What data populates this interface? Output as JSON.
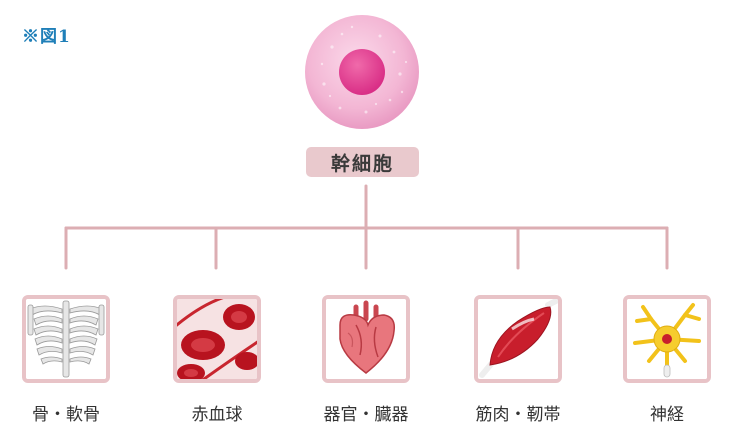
{
  "figure_label": "※図1",
  "root": {
    "label": "幹細胞"
  },
  "categories": [
    {
      "label": "骨・軟骨",
      "icon": "skeleton-icon"
    },
    {
      "label": "赤血球",
      "icon": "red-blood-cell-icon"
    },
    {
      "label": "器官・臓器",
      "icon": "heart-icon"
    },
    {
      "label": "筋肉・靭帯",
      "icon": "muscle-icon"
    },
    {
      "label": "神経",
      "icon": "neuron-icon"
    }
  ],
  "colors": {
    "connector": "#dcaeb3",
    "tile_border": "#e8c3c7",
    "badge_bg": "#e9c9cd",
    "stem_cell": "#f3b6d4",
    "stem_nucleus": "#e0418f",
    "figure_label": "#1f7fb8"
  }
}
